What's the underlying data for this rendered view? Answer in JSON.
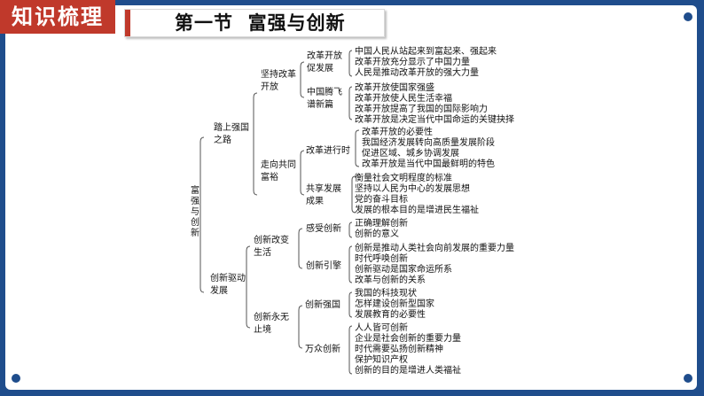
{
  "header": {
    "badge": "知识梳理",
    "title": "第一节  富强与创新"
  },
  "root": "富强与创新",
  "level1": {
    "a": "踏上强国之路",
    "b": "创新驱动发展"
  },
  "level2": {
    "a1": "坚持改革开放",
    "a2": "走向共同富裕",
    "b1": "创新改变生活",
    "b2": "创新永无止境"
  },
  "level3": {
    "a1x": "改革开放促发展",
    "a1y": "中国腾飞谱新篇",
    "a2x": "改革进行时",
    "a2y": "共享发展成果",
    "b1x": "感受创新",
    "b1y": "创新引擎",
    "b2x": "创新强国",
    "b2y": "万众创新"
  },
  "leaves": {
    "a1x": [
      "中国人民从站起来到富起来、强起来",
      "改革开放充分显示了中国力量",
      "人民是推动改革开放的强大力量"
    ],
    "a1y": [
      "改革开放使国家强盛",
      "改革开放使人民生活幸福",
      "改革开放提高了我国的国际影响力",
      "改革开放是决定当代中国命运的关键抉择"
    ],
    "a2x": [
      "改革开放的必要性",
      "我国经济发展转向高质量发展阶段",
      "促进区域、城乡协调发展",
      "改革开放是当代中国最鲜明的特色"
    ],
    "a2y": [
      "衡量社会文明程度的标准",
      "坚持以人民为中心的发展思想",
      "党的奋斗目标",
      "发展的根本目的是增进民生福祉"
    ],
    "b1x": [
      "正确理解创新",
      "创新的意义"
    ],
    "b1y": [
      "创新是推动人类社会向前发展的重要力量",
      "时代呼唤创新",
      "创新驱动是国家命运所系",
      "改革与创新的关系"
    ],
    "b2x": [
      "我国的科技现状",
      "怎样建设创新型国家",
      "发展教育的必要性"
    ],
    "b2y": [
      "人人皆可创新",
      "企业是社会创新的重要力量",
      "时代需要弘扬创新精神",
      "保护知识产权",
      "创新的目的是增进人类福祉"
    ]
  }
}
